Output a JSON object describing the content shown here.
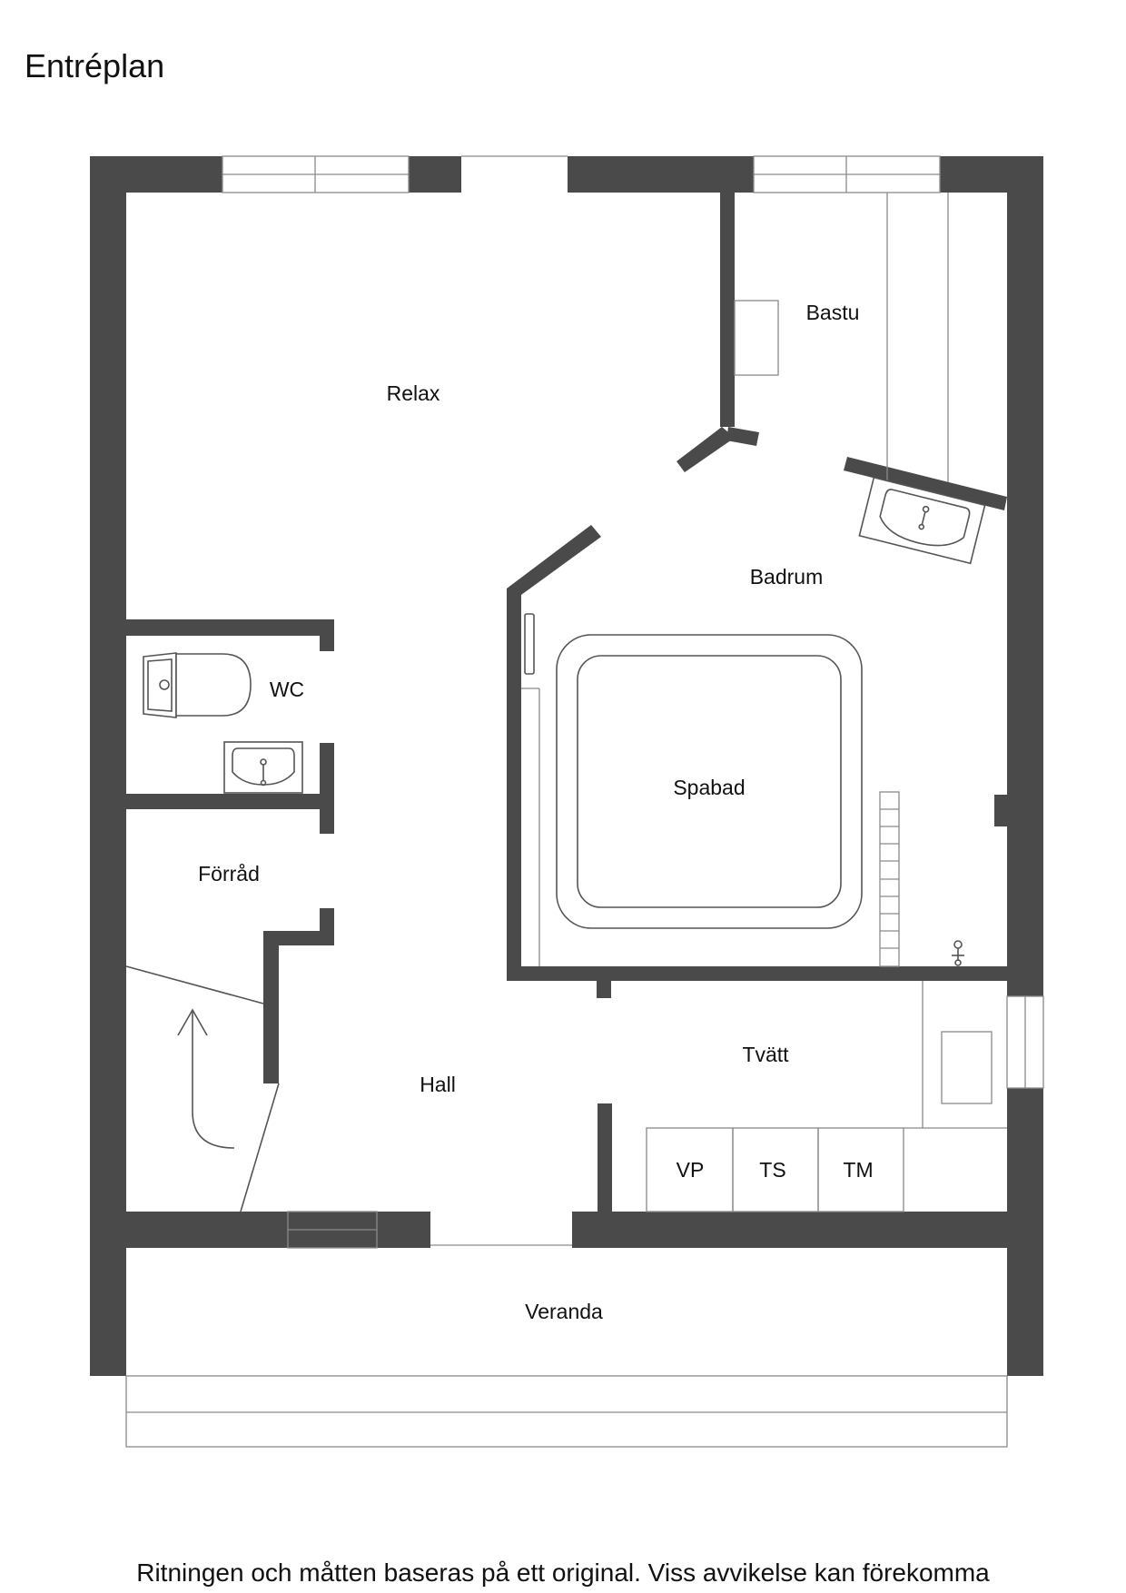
{
  "title": "Entréplan",
  "rooms": {
    "relax": "Relax",
    "bastu": "Bastu",
    "badrum": "Badrum",
    "wc": "WC",
    "spabad": "Spabad",
    "forrad": "Förråd",
    "hall": "Hall",
    "tvatt": "Tvätt",
    "veranda": "Veranda"
  },
  "appliances": {
    "vp": "VP",
    "ts": "TS",
    "tm": "TM"
  },
  "disclaimer": "Ritningen och måtten baseras på ett original. Viss avvikelse kan förekomma",
  "colors": {
    "wall": "#4a4a4a",
    "background": "#ffffff"
  }
}
